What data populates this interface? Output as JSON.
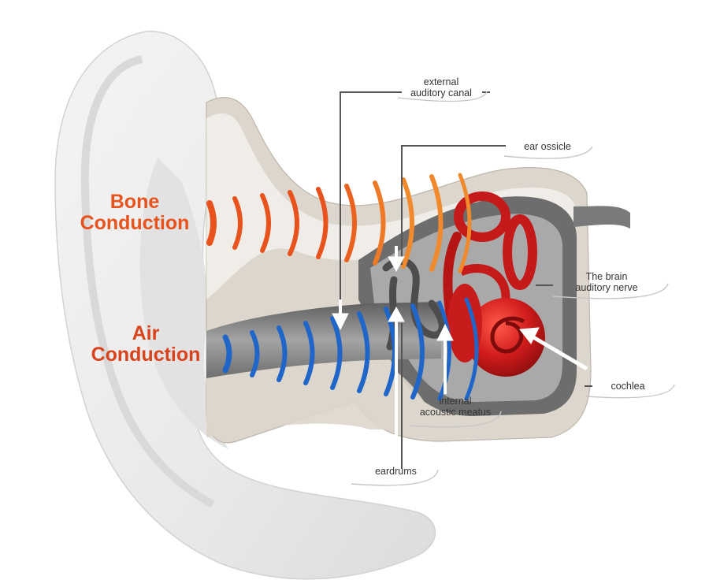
{
  "labels": {
    "bone": [
      "Bone",
      "Conduction"
    ],
    "air": [
      "Air",
      "Conduction"
    ]
  },
  "callouts": {
    "external_canal": [
      "external",
      "auditory canal"
    ],
    "ear_ossicle": "ear ossicle",
    "brain_nerve": [
      "The brain",
      "auditory nerve"
    ],
    "cochlea": "cochlea",
    "internal_meatus": [
      "internal",
      "acoustic meatus"
    ],
    "eardrums": "eardrums"
  },
  "colors": {
    "bone_wave": "#e8521c",
    "bone_wave_inner": "#f08a2c",
    "air_wave": "#1f66c8",
    "bone_text": "#e8521c",
    "air_text": "#d8431c",
    "cochlea": "#c41a1a",
    "bone_tissue": "#ddd6cc",
    "canal_gray": "#8a8a8a"
  }
}
